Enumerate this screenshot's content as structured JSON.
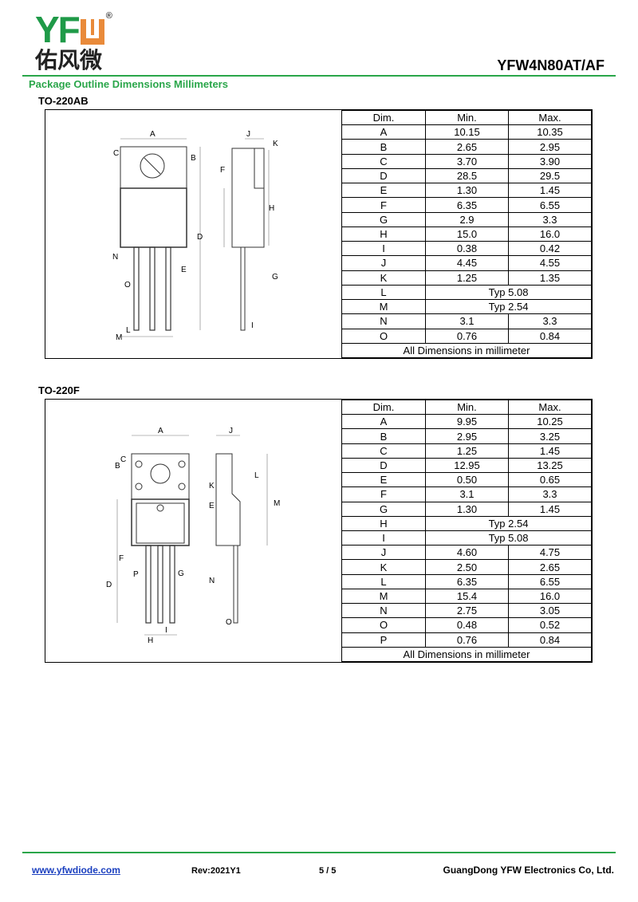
{
  "header": {
    "logo_text": "YFW",
    "logo_cn": "佑风微",
    "registered": "®",
    "part_number": "YFW4N80AT/AF",
    "section_title": "Package Outline Dimensions Millimeters"
  },
  "packages": [
    {
      "name": "TO-220AB",
      "columns": [
        "Dim.",
        "Min.",
        "Max."
      ],
      "rows": [
        [
          "A",
          "10.15",
          "10.35"
        ],
        [
          "B",
          "2.65",
          "2.95"
        ],
        [
          "C",
          "3.70",
          "3.90"
        ],
        [
          "D",
          "28.5",
          "29.5"
        ],
        [
          "E",
          "1.30",
          "1.45"
        ],
        [
          "F",
          "6.35",
          "6.55"
        ],
        [
          "G",
          "2.9",
          "3.3"
        ],
        [
          "H",
          "15.0",
          "16.0"
        ],
        [
          "I",
          "0.38",
          "0.42"
        ],
        [
          "J",
          "4.45",
          "4.55"
        ],
        [
          "K",
          "1.25",
          "1.35"
        ],
        [
          "L",
          "Typ 5.08"
        ],
        [
          "M",
          "Typ 2.54"
        ],
        [
          "N",
          "3.1",
          "3.3"
        ],
        [
          "O",
          "0.76",
          "0.84"
        ]
      ],
      "footer": "All Dimensions in millimeter",
      "labels": [
        "A",
        "B",
        "C",
        "D",
        "E",
        "F",
        "G",
        "H",
        "I",
        "J",
        "K",
        "L",
        "M",
        "N",
        "O"
      ]
    },
    {
      "name": "TO-220F",
      "columns": [
        "Dim.",
        "Min.",
        "Max."
      ],
      "rows": [
        [
          "A",
          "9.95",
          "10.25"
        ],
        [
          "B",
          "2.95",
          "3.25"
        ],
        [
          "C",
          "1.25",
          "1.45"
        ],
        [
          "D",
          "12.95",
          "13.25"
        ],
        [
          "E",
          "0.50",
          "0.65"
        ],
        [
          "F",
          "3.1",
          "3.3"
        ],
        [
          "G",
          "1.30",
          "1.45"
        ],
        [
          "H",
          "Typ 2.54"
        ],
        [
          "I",
          "Typ 5.08"
        ],
        [
          "J",
          "4.60",
          "4.75"
        ],
        [
          "K",
          "2.50",
          "2.65"
        ],
        [
          "L",
          "6.35",
          "6.55"
        ],
        [
          "M",
          "15.4",
          "16.0"
        ],
        [
          "N",
          "2.75",
          "3.05"
        ],
        [
          "O",
          "0.48",
          "0.52"
        ],
        [
          "P",
          "0.76",
          "0.84"
        ]
      ],
      "footer": "All Dimensions in millimeter",
      "labels": [
        "A",
        "B",
        "C",
        "D",
        "E",
        "F",
        "G",
        "H",
        "I",
        "J",
        "K",
        "L",
        "M",
        "N",
        "O",
        "P"
      ]
    }
  ],
  "footer": {
    "website": "www.yfwdiode.com",
    "revision": "Rev:2021Y1",
    "page": "5 / 5",
    "company": "GuangDong YFW Electronics Co, Ltd."
  },
  "colors": {
    "green": "#2aa64a",
    "orange": "#e98a3a",
    "link": "#1a3fbf"
  }
}
